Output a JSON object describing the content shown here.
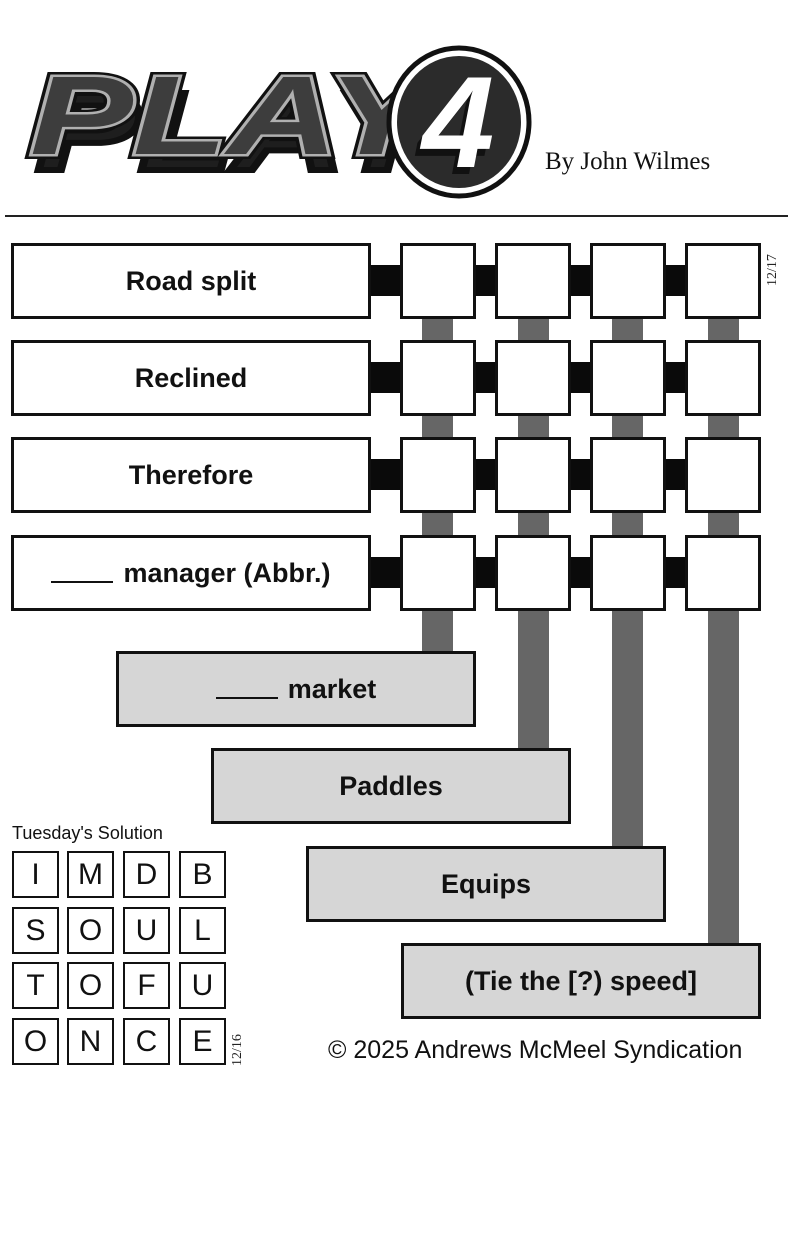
{
  "header": {
    "logo_text": "PLAY",
    "logo_number": "4",
    "byline": "By John Wilmes"
  },
  "puzzle": {
    "date": "12/17",
    "grid_size": 4,
    "across_clues": [
      {
        "label": "Road split",
        "blank": false
      },
      {
        "label": "Reclined",
        "blank": false
      },
      {
        "label": "Therefore",
        "blank": false
      },
      {
        "label": "manager (Abbr.)",
        "blank": true
      }
    ],
    "down_clues": [
      {
        "label": "market",
        "blank": true
      },
      {
        "label": "Paddles",
        "blank": false
      },
      {
        "label": "Equips",
        "blank": false
      },
      {
        "label": "(Tie the [?) speed]",
        "blank": false
      }
    ],
    "answers": [
      [
        "",
        "",
        "",
        ""
      ],
      [
        "",
        "",
        "",
        ""
      ],
      [
        "",
        "",
        "",
        ""
      ],
      [
        "",
        "",
        "",
        ""
      ]
    ]
  },
  "solution": {
    "title": "Tuesday's Solution",
    "date": "12/16",
    "rows": [
      [
        "I",
        "M",
        "D",
        "B"
      ],
      [
        "S",
        "O",
        "U",
        "L"
      ],
      [
        "T",
        "O",
        "F",
        "U"
      ],
      [
        "O",
        "N",
        "C",
        "E"
      ]
    ]
  },
  "footer": {
    "copyright": "© 2025 Andrews McMeel Syndication"
  },
  "colors": {
    "across_connector": "#0a0a0a",
    "down_connector": "#666666",
    "down_clue_fill": "#d6d6d6",
    "logo_dark": "#3a3a3a",
    "logo_light": "#b0b0b0"
  }
}
